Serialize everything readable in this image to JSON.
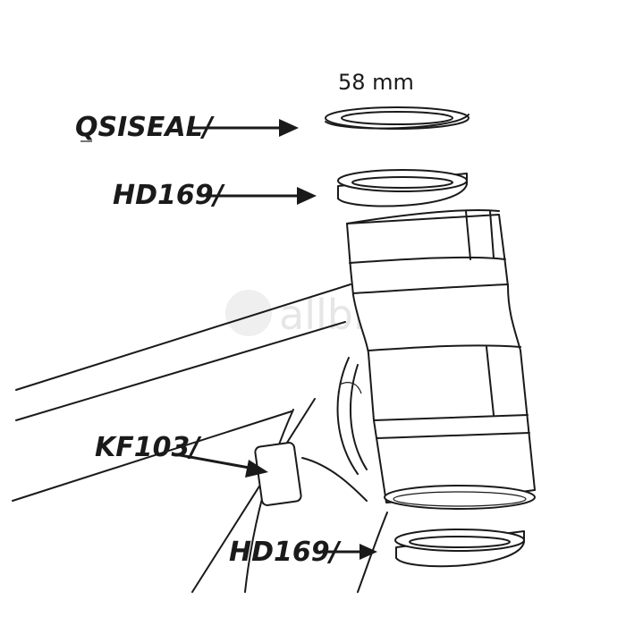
{
  "dimension_label": "58 mm",
  "watermark": "allbike",
  "parts": {
    "top_seal": "QSISEAL/",
    "top_bearing": "HD169/",
    "cable_guide": "KF103/",
    "bottom_bearing": "HD169/"
  }
}
